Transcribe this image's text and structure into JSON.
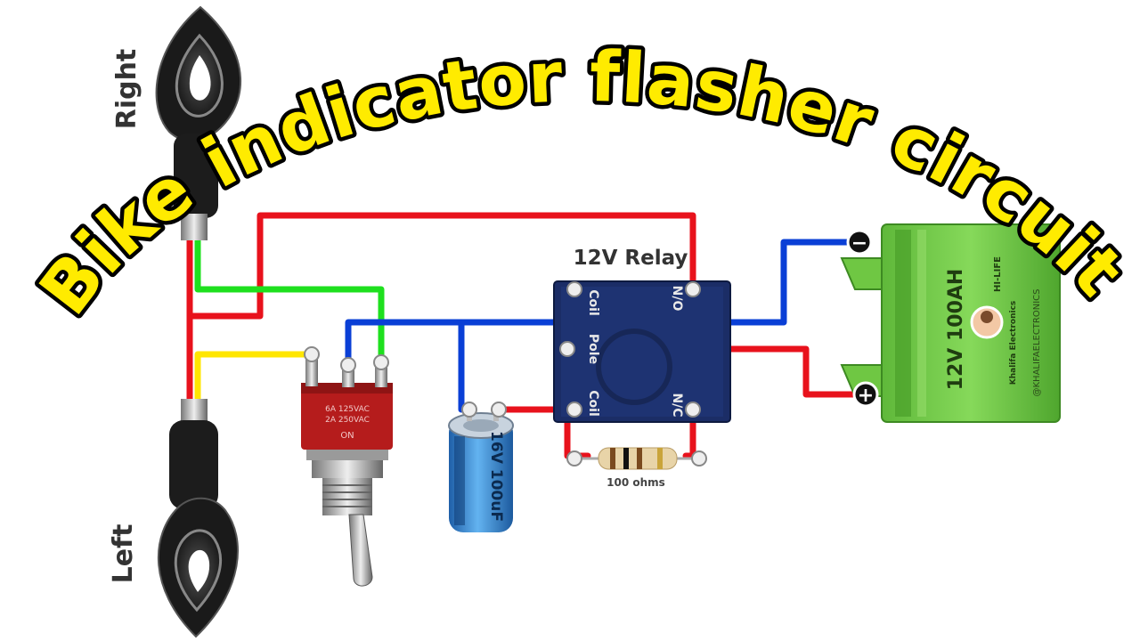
{
  "title": "Bike indicator flasher circuit",
  "indicators": {
    "right_label": "Right",
    "left_label": "Left"
  },
  "relay": {
    "label": "12V Relay",
    "pins": {
      "coil_top": "Coil",
      "no": "N/O",
      "pole": "Pole",
      "coil_bottom": "Coil",
      "nc": "N/C"
    }
  },
  "capacitor": {
    "label": "16V 100uF"
  },
  "resistor": {
    "label": "100 ohms"
  },
  "battery": {
    "label": "12V 100AH",
    "brand": "HI-LIFE",
    "credit_line1": "Khalifa Electronics",
    "credit_line2": "@KHALIFAELECTRONICS",
    "negative": "−",
    "positive": "+"
  },
  "switch": {
    "rating_line1": "6A 125VAC",
    "rating_line2": "2A 250VAC",
    "marking": "ON"
  },
  "colors": {
    "title_fill": "#FFEB00",
    "title_outline": "#000000",
    "wire_red": "#E8121C",
    "wire_blue": "#0A3FD6",
    "wire_green": "#1EE01E",
    "wire_yellow": "#FFE600",
    "battery_green": "#7DD44A",
    "relay_blue": "#1B2D66",
    "capacitor_blue": "#2F86D8"
  }
}
